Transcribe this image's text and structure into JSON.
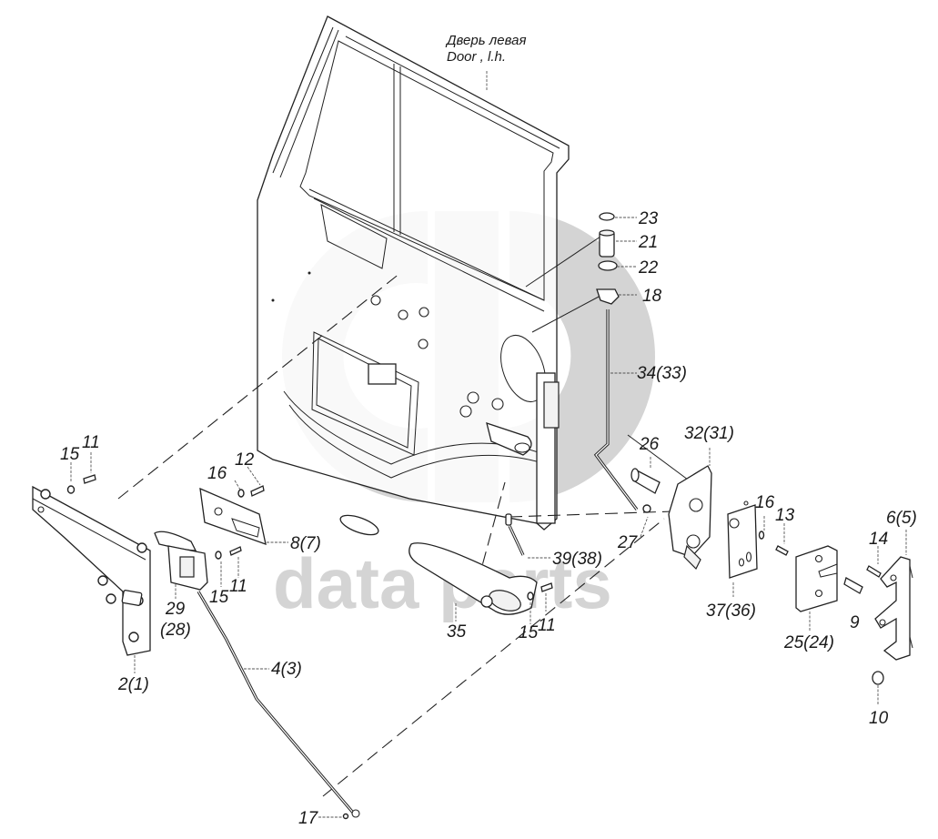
{
  "title": {
    "ru": "Дверь левая",
    "en": "Door , l.h."
  },
  "watermark": {
    "text": "data  parts",
    "logo": "GP",
    "color": "#d4d4d4"
  },
  "callouts": [
    {
      "id": "23",
      "label": "23"
    },
    {
      "id": "21",
      "label": "21"
    },
    {
      "id": "22",
      "label": "22"
    },
    {
      "id": "18",
      "label": "18"
    },
    {
      "id": "34",
      "label": "34(33)"
    },
    {
      "id": "26",
      "label": "26"
    },
    {
      "id": "32",
      "label": "32(31)"
    },
    {
      "id": "27",
      "label": "27"
    },
    {
      "id": "16b",
      "label": "16"
    },
    {
      "id": "13",
      "label": "13"
    },
    {
      "id": "6",
      "label": "6(5)"
    },
    {
      "id": "14",
      "label": "14"
    },
    {
      "id": "9",
      "label": "9"
    },
    {
      "id": "25",
      "label": "25(24)"
    },
    {
      "id": "37",
      "label": "37(36)"
    },
    {
      "id": "10",
      "label": "10"
    },
    {
      "id": "39",
      "label": "39(38)"
    },
    {
      "id": "35",
      "label": "35"
    },
    {
      "id": "15c",
      "label": "15"
    },
    {
      "id": "11c",
      "label": "11"
    },
    {
      "id": "8",
      "label": "8(7)"
    },
    {
      "id": "12",
      "label": "12"
    },
    {
      "id": "16a",
      "label": "16"
    },
    {
      "id": "15b",
      "label": "15"
    },
    {
      "id": "11b",
      "label": "11"
    },
    {
      "id": "29",
      "label": "29"
    },
    {
      "id": "28",
      "label": "(28)"
    },
    {
      "id": "15a",
      "label": "15"
    },
    {
      "id": "11a",
      "label": "11"
    },
    {
      "id": "2",
      "label": "2(1)"
    },
    {
      "id": "4",
      "label": "4(3)"
    },
    {
      "id": "17",
      "label": "17"
    }
  ]
}
